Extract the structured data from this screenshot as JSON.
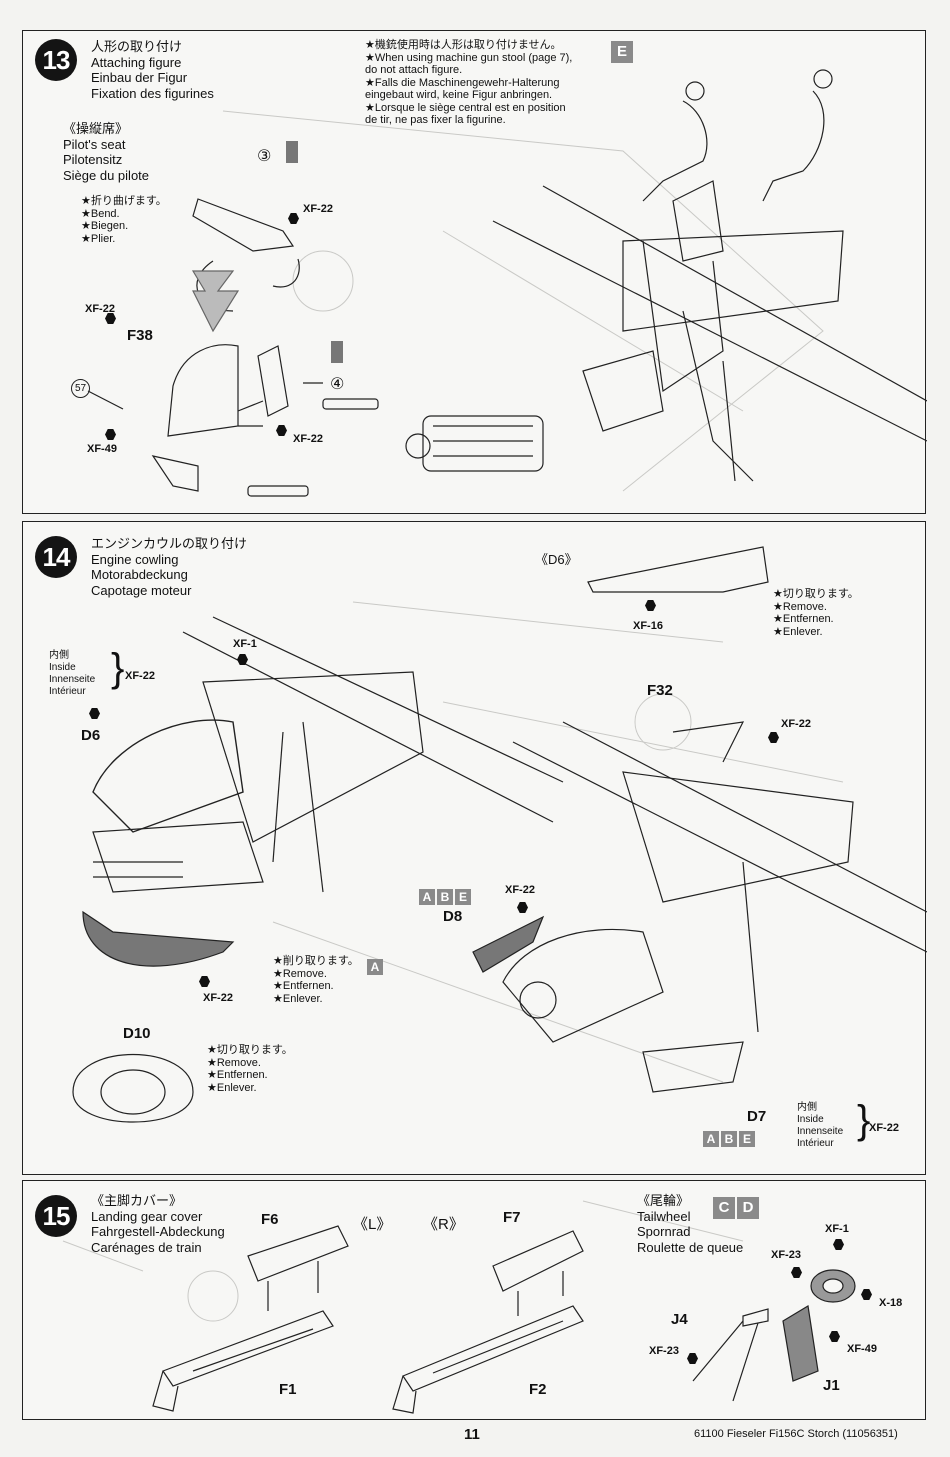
{
  "steps": {
    "s13": {
      "number": "13",
      "title_jp": "人形の取り付け",
      "title_en": "Attaching figure",
      "title_de": "Einbau der Figur",
      "title_fr": "Fixation des figurines",
      "warning": [
        "★機銃使用時は人形は取り付けません。",
        "★When using machine gun stool (page 7),",
        "do not attach figure.",
        "★Falls die Maschinengewehr-Halterung",
        "eingebaut wird, keine Figur anbringen.",
        "★Lorsque le siège central est en position",
        "de tir, ne pas fixer la figurine."
      ],
      "variant_badge": "E",
      "seat_jp": "《操縦席》",
      "seat_en": "Pilot's seat",
      "seat_de": "Pilotensitz",
      "seat_fr": "Siège du pilote",
      "bend": [
        "★折り曲げます。",
        "★Bend.",
        "★Biegen.",
        "★Plier."
      ],
      "circled_3": "③",
      "circled_4": "④",
      "circled_57": "57",
      "part_f38": "F38",
      "codes": {
        "a": "XF-22",
        "b": "XF-22",
        "c": "XF-49",
        "d": "XF-22"
      }
    },
    "s14": {
      "number": "14",
      "title_jp": "エンジンカウルの取り付け",
      "title_en": "Engine cowling",
      "title_de": "Motorabdeckung",
      "title_fr": "Capotage moteur",
      "inside": [
        "内側",
        "Inside",
        "Innenseite",
        "Intérieur"
      ],
      "inside_code": "XF-22",
      "xf1": "XF-1",
      "d6": "D6",
      "d6_view": "《D6》",
      "xf16": "XF-16",
      "remove_cut": [
        "★切り取ります。",
        "★Remove.",
        "★Entfernen.",
        "★Enlever."
      ],
      "remove_shave": [
        "★削り取ります。",
        "★Remove.",
        "★Entfernen.",
        "★Enlever."
      ],
      "badge_a": "A",
      "f32": "F32",
      "xf22_f32": "XF-22",
      "abe": [
        "A",
        "B",
        "E"
      ],
      "xf22_d8": "XF-22",
      "d8": "D8",
      "xf22_d10": "XF-22",
      "d10": "D10",
      "remove_cut2": [
        "★切り取ります。",
        "★Remove.",
        "★Entfernen.",
        "★Enlever."
      ],
      "d7": "D7",
      "inside2": [
        "内側",
        "Inside",
        "Innenseite",
        "Intérieur"
      ],
      "inside2_code": "XF-22",
      "abe2": [
        "A",
        "B",
        "E"
      ]
    },
    "s15": {
      "number": "15",
      "title_jp": "《主脚カバー》",
      "title_en": "Landing gear cover",
      "title_de": "Fahrgestell-Abdeckung",
      "title_fr": "Carénages de train",
      "f6": "F6",
      "left": "《L》",
      "right": "《R》",
      "f7": "F7",
      "f1": "F1",
      "f2": "F2",
      "tail_jp": "《尾輪》",
      "tail_en": "Tailwheel",
      "tail_de": "Spornrad",
      "tail_fr": "Roulette de queue",
      "cd": [
        "C",
        "D"
      ],
      "xf1": "XF-1",
      "xf23a": "XF-23",
      "x18": "X-18",
      "j4": "J4",
      "xf23b": "XF-23",
      "xf49": "XF-49",
      "j1": "J1"
    }
  },
  "footer": {
    "page": "11",
    "product": "61100  Fieseler Fi156C Storch (11056351)"
  }
}
